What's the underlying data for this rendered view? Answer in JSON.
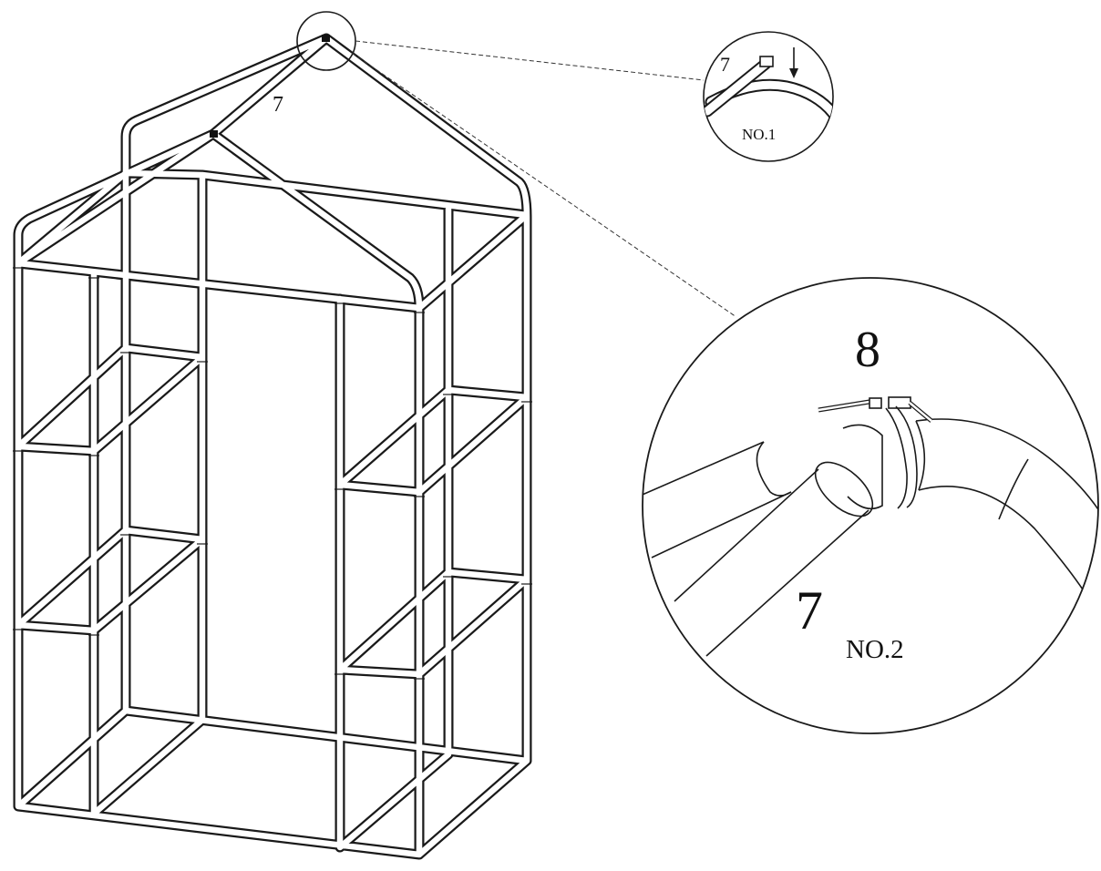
{
  "labels": {
    "main_part": "7",
    "detail1_part": "7",
    "detail1_caption": "NO.1",
    "detail2_part_top": "8",
    "detail2_part_bottom": "7",
    "detail2_caption": "NO.2"
  }
}
